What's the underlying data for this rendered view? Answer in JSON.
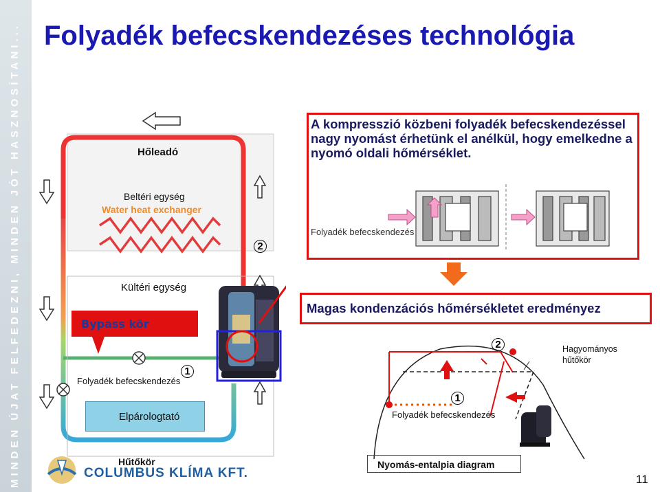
{
  "sidebar_text": "MINDEN ÚJAT FELFEDEZNI, MINDEN JÓT HASZNOSÍTANI...",
  "title": "Folyadék befecskendezéses technológia",
  "left_diagram": {
    "heat_release": "Hőleadó",
    "indoor_unit": "Beltéri egység",
    "water_heat_exchanger": "Water heat exchanger",
    "outdoor_unit": "Kültéri egység",
    "bypass": "Bypass kör",
    "liquid_injection": "Folyadék befecskendezés",
    "evaporator": "Elpárologtató",
    "marker1": "1",
    "marker2": "2"
  },
  "red_box": {
    "text": "A kompresszió közbeni folyadék befecskendezéssel nagy nyomást érhetünk el anélkül, hogy emelkedne a nyomó oldali hőmérséklet.",
    "injection_label": "Folyadék befecskendezés"
  },
  "result": "Magas kondenzációs hőmérsékletet eredményez",
  "ph_diagram": {
    "traditional": "Hagyományos\nhűtőkör",
    "injection": "Folyadék befecskendezés",
    "title": "Nyomás-entalpia diagram",
    "marker1": "1",
    "marker2": "2"
  },
  "footer": {
    "cycle": "Hűtőkör",
    "logo": "COLUMBUS KLÍMA KFT.",
    "page": "11"
  },
  "colors": {
    "title": "#1a1ab0",
    "red": "#e01010",
    "pipe_red": "#ee3333",
    "pipe_blue": "#3399dd"
  }
}
